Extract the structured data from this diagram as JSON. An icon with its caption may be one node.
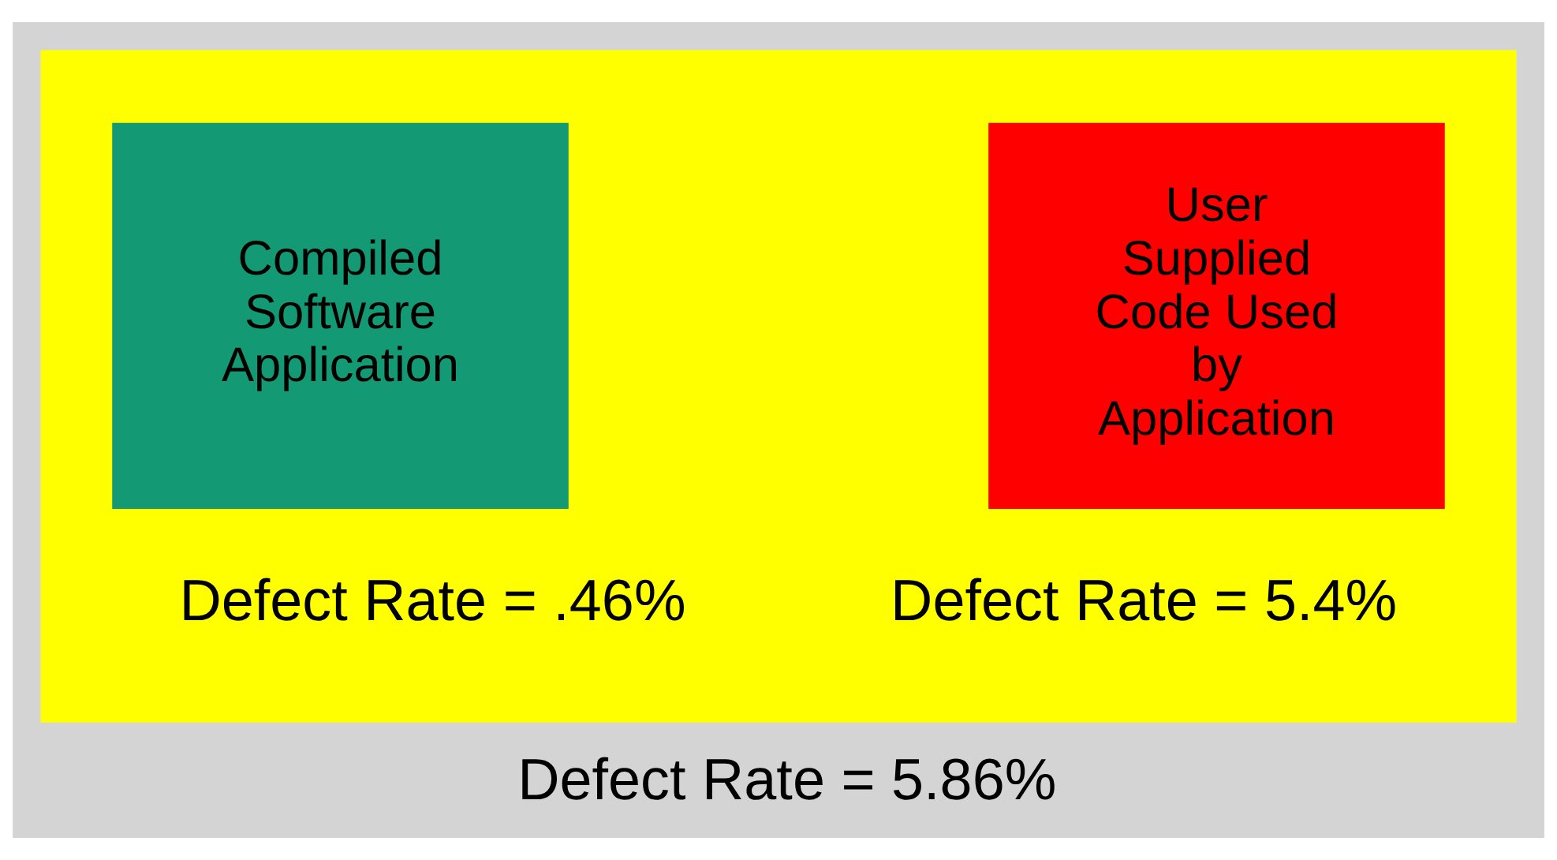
{
  "diagram": {
    "nodes": [
      {
        "text": [],
        "shape": "box"
      },
      {
        "text": [
          "Compiled Software Application"
        ],
        "in": 0,
        "beside": [
          "Defect Rate = .46%"
        ]
      },
      {
        "text": [
          "User Supplied Code Used by Application"
        ],
        "in": 0,
        "beside": [
          "Defect Rate = 5.4%"
        ]
      }
    ],
    "edges": [],
    "labels": [
      "Defect Rate = 5.86%"
    ]
  }
}
